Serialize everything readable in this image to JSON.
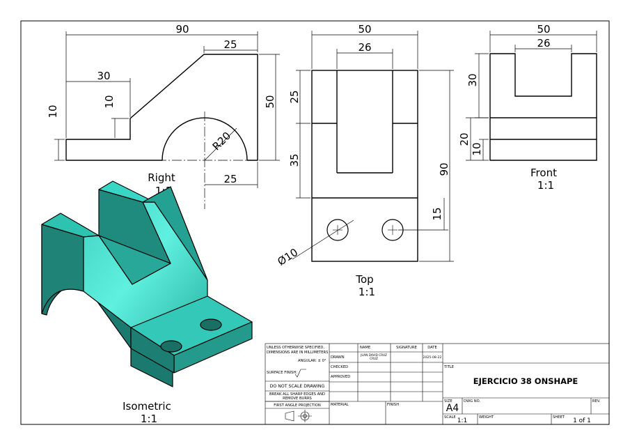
{
  "colors": {
    "part_face_light": "#4fe0cf",
    "part_face_mid": "#2fb9a8",
    "part_face_dark": "#1f7f74",
    "line": "#000000"
  },
  "views": {
    "right": {
      "name": "Right",
      "scale": "1:1",
      "dims": {
        "overall_length": "90",
        "top_flat": "25",
        "step_length": "30",
        "step_height_left": "10",
        "step_height_inner": "10",
        "height": "50",
        "radius": "R20",
        "center_offset": "25"
      }
    },
    "top": {
      "name": "Top",
      "scale": "1:1",
      "dims": {
        "width": "50",
        "slot_width": "26",
        "upper": "25",
        "middle": "35",
        "overall": "90",
        "hole_offset": "15",
        "hole_dia": "Ø10"
      }
    },
    "front": {
      "name": "Front",
      "scale": "1:1",
      "dims": {
        "width": "50",
        "slot_width": "26",
        "slot_depth": "30",
        "lower": "20",
        "base": "10"
      }
    },
    "isometric": {
      "name": "Isometric",
      "scale": "1:1"
    }
  },
  "title_block": {
    "tolerance_note_1": "UNLESS OTHERWISE SPECIFIED,",
    "tolerance_note_2": "DIMENSIONS ARE IN MILLIMETERS",
    "angular": "ANGULAR: ± 0°",
    "surface_finish": "SURFACE FINISH:",
    "do_not_scale": "DO NOT SCALE DRAWING",
    "break_edges_1": "BREAK ALL SHARP EDGES AND",
    "break_edges_2": "REMOVE BURRS",
    "projection": "FIRST ANGLE PROJECTION",
    "col_name": "NAME",
    "col_signature": "SIGNATURE",
    "col_date": "DATE",
    "row_drawn": "DRAWN",
    "row_checked": "CHECKED",
    "row_approved": "APPROVED",
    "drawn_name_1": "JUAN DAVID CRUZ",
    "drawn_name_2": "CRUZ",
    "drawn_date": "2025-08-22",
    "material": "MATERIAL",
    "finish": "FINISH",
    "title_label": "TITLE",
    "title": "EJERCICIO 38 ONSHAPE",
    "size_label": "SIZE",
    "size": "A4",
    "dwg_no_label": "DWG NO.",
    "rev_label": "REV.",
    "scale_label": "SCALE",
    "scale": "1:1",
    "weight_label": "WEIGHT",
    "sheet_label": "SHEET",
    "sheet": "1 of 1"
  }
}
